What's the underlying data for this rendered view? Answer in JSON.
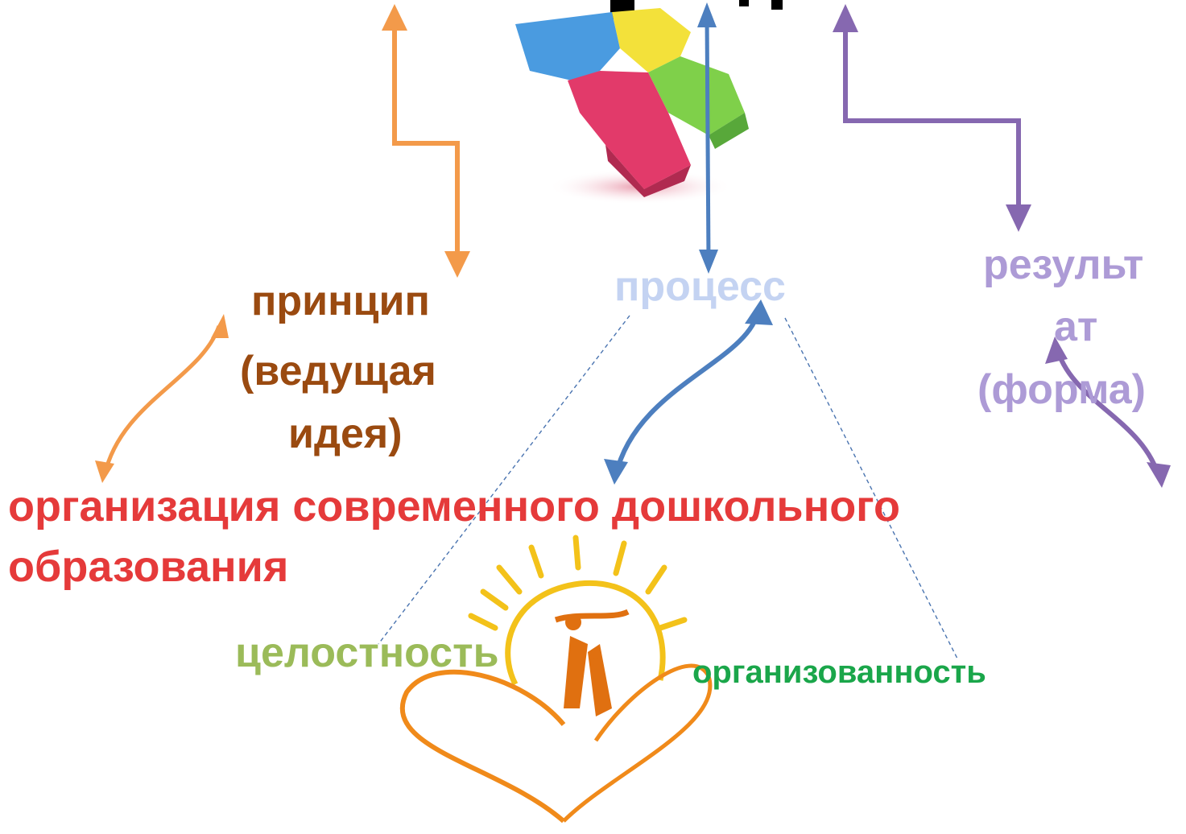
{
  "labels": {
    "principle": "принцип",
    "idea_line1": "(ведущая",
    "idea_line2": "идея)",
    "process": "процесс",
    "result_line1": "результ",
    "result_line2": "ат",
    "result_line3": "(форма)",
    "organization_line1": "организация современного дошкольного",
    "organization_line2": "образования",
    "integrity": "целостность",
    "organization_quality": "организованность"
  },
  "colors": {
    "principle": "#9a4a10",
    "process": "#c4d3f2",
    "result": "#ad9bd6",
    "organization": "#e53a3a",
    "integrity": "#9bbb59",
    "organization_quality": "#1aa64a",
    "orange_arrow": "#f39a4a",
    "blue_arrow": "#4d7fbf",
    "purple_arrow": "#8668b0"
  },
  "icons": [
    "puzzle-icon",
    "sun-family-heart-logo"
  ]
}
